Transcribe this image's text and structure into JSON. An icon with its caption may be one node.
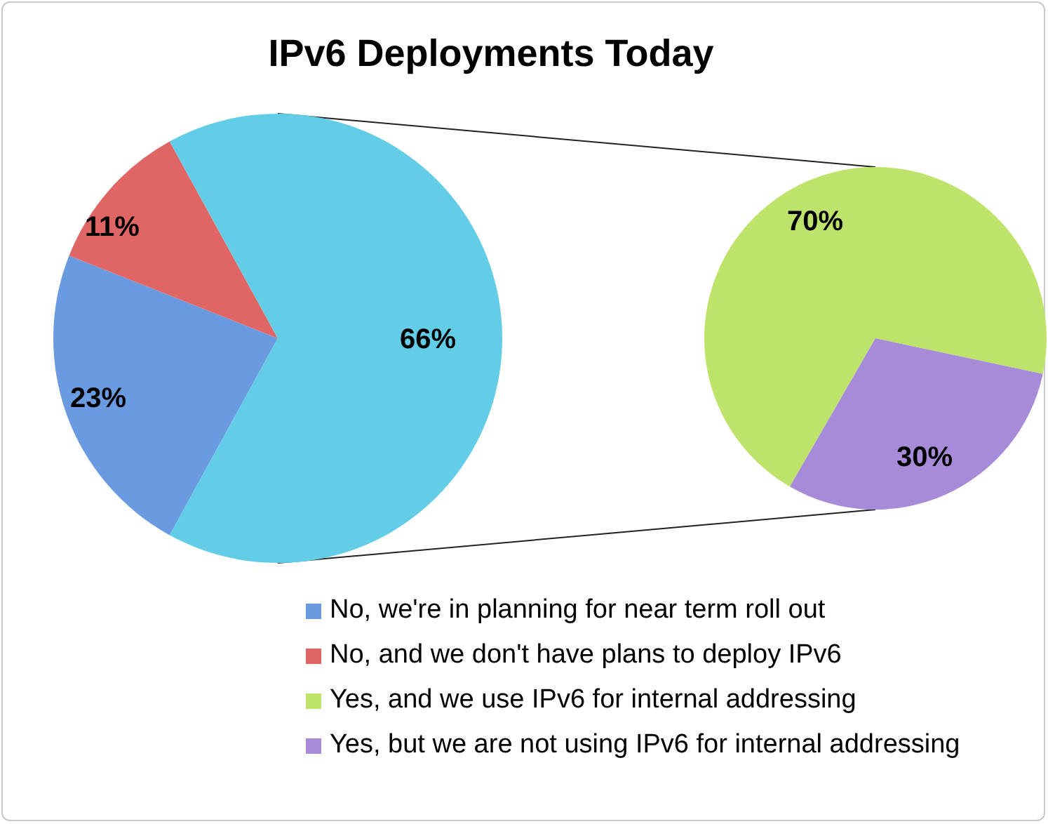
{
  "diagram": {
    "title": "IPv6 Deployments Today",
    "legend": [
      {
        "text": "No, we're in planning for near term roll out",
        "color": "#6a9be0"
      },
      {
        "text": "No, and we don't have plans to deploy IPv6",
        "color": "#e06666"
      },
      {
        "text": "Yes, and we use IPv6 for internal addressing",
        "color": "#bde36a"
      },
      {
        "text": "Yes, but we are not using IPv6 for internal addressing",
        "color": "#a88bd8"
      }
    ],
    "chart_data": [
      {
        "type": "pie",
        "values": [
          23,
          11,
          66
        ],
        "value_labels": [
          "23%",
          "11%",
          "66%"
        ]
      },
      {
        "type": "pie",
        "values": [
          70,
          30
        ],
        "value_labels": [
          "70%",
          "30%"
        ]
      }
    ]
  }
}
